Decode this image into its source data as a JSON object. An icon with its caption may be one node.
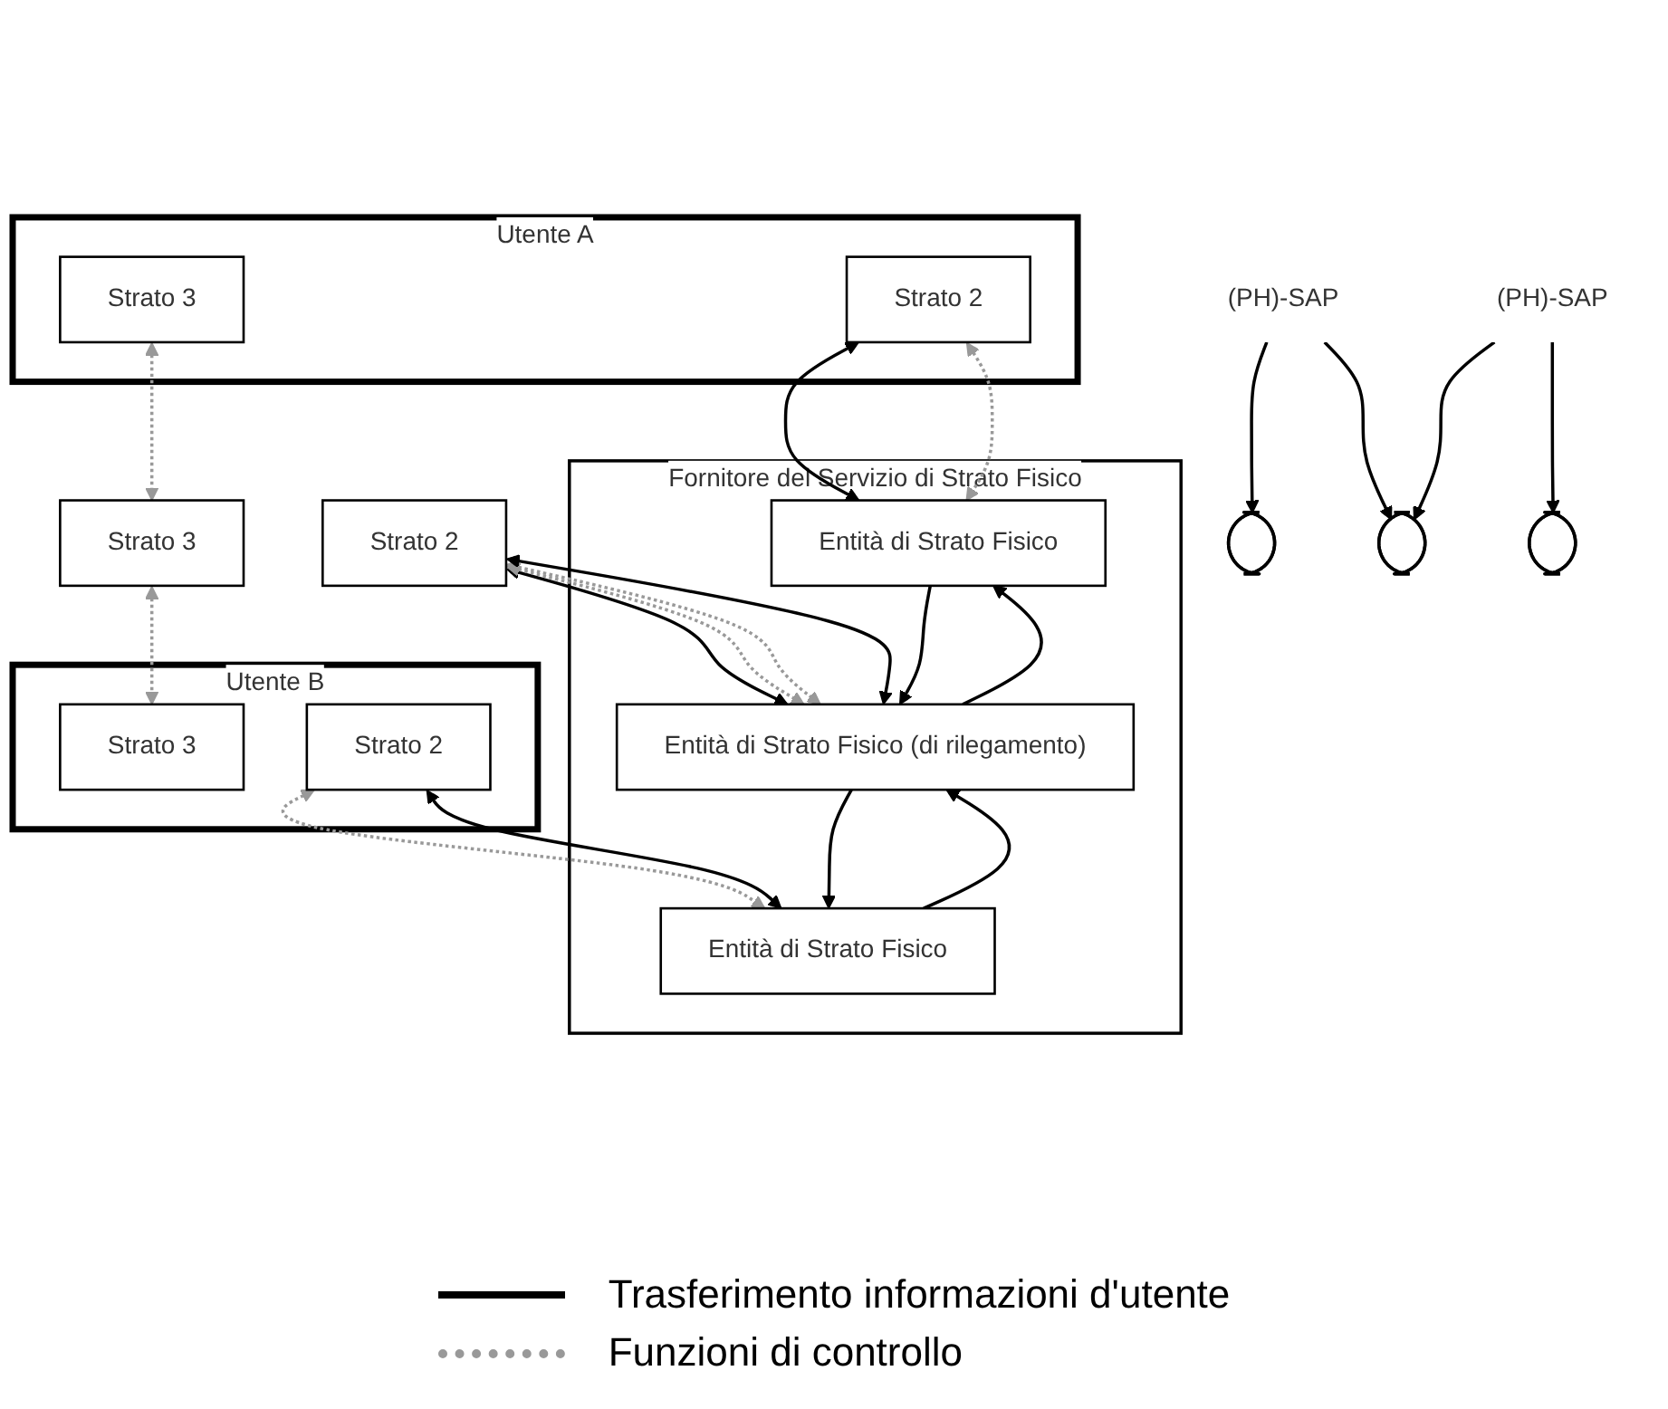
{
  "diagram": {
    "nodes": [
      {
        "text": [
          "Utente A"
        ]
      },
      {
        "text": [
          "Strato 3"
        ],
        "in": 0
      },
      {
        "text": [
          "Strato 2"
        ],
        "in": 0
      },
      {
        "text": [
          "Strato 3"
        ]
      },
      {
        "text": [
          "Strato 2"
        ]
      },
      {
        "text": [
          "Utente B"
        ]
      },
      {
        "text": [
          "Strato 3"
        ],
        "in": 5
      },
      {
        "text": [
          "Strato 2"
        ],
        "in": 5
      },
      {
        "text": [
          "Fornitore del Servizio di Strato Fisico"
        ]
      },
      {
        "text": [
          "(PH)-SAP"
        ]
      },
      {
        "text": [
          "(PH)-SAP"
        ]
      },
      {
        "text": [],
        "shape": "ellipse"
      },
      {
        "text": [],
        "shape": "ellipse"
      },
      {
        "text": [],
        "shape": "ellipse"
      },
      {
        "text": [
          "Entità di Strato Fisico"
        ],
        "in": 8
      },
      {
        "text": [
          "Entità di Strato Fisico (di rilegamento)"
        ],
        "in": 8
      },
      {
        "text": [
          "Entità di Strato Fisico"
        ],
        "in": 8
      }
    ],
    "edges": [
      {
        "from": 1,
        "to": 3,
        "arrow": "both",
        "style": "dashed",
        "color": "#999999"
      },
      {
        "from": 3,
        "to": 6,
        "arrow": "both",
        "style": "dashed",
        "color": "#999999"
      },
      {
        "from": 9,
        "to": 11,
        "arrow": "to"
      },
      {
        "from": 9,
        "to": 12,
        "arrow": "to"
      },
      {
        "from": 10,
        "to": 12,
        "arrow": "to"
      },
      {
        "from": 10,
        "to": 13,
        "arrow": "to"
      },
      {
        "from": 2,
        "to": 14,
        "arrow": "both"
      },
      {
        "from": 2,
        "to": 14,
        "arrow": "both",
        "style": "dashed",
        "color": "#999999"
      },
      {
        "from": 4,
        "to": 15,
        "arrow": "both"
      },
      {
        "from": 4,
        "to": 15,
        "arrow": "both",
        "style": "dashed",
        "color": "#999999"
      },
      {
        "from": 4,
        "to": 15,
        "arrow": "both",
        "style": "dashed",
        "color": "#999999"
      },
      {
        "from": 4,
        "to": 15,
        "arrow": "both"
      },
      {
        "from": 7,
        "to": 16,
        "arrow": "both",
        "style": "dashed",
        "color": "#999999"
      },
      {
        "from": 7,
        "to": 16,
        "arrow": "both"
      },
      {
        "from": 14,
        "to": 15,
        "arrow": "to"
      },
      {
        "from": 15,
        "to": 14,
        "arrow": "to"
      },
      {
        "from": 15,
        "to": 16,
        "arrow": "to"
      },
      {
        "from": 16,
        "to": 15,
        "arrow": "to"
      }
    ],
    "legend": [
      {
        "text": "Trasferimento informazioni d'utente"
      },
      {
        "text": "Funzioni di controllo"
      }
    ]
  }
}
